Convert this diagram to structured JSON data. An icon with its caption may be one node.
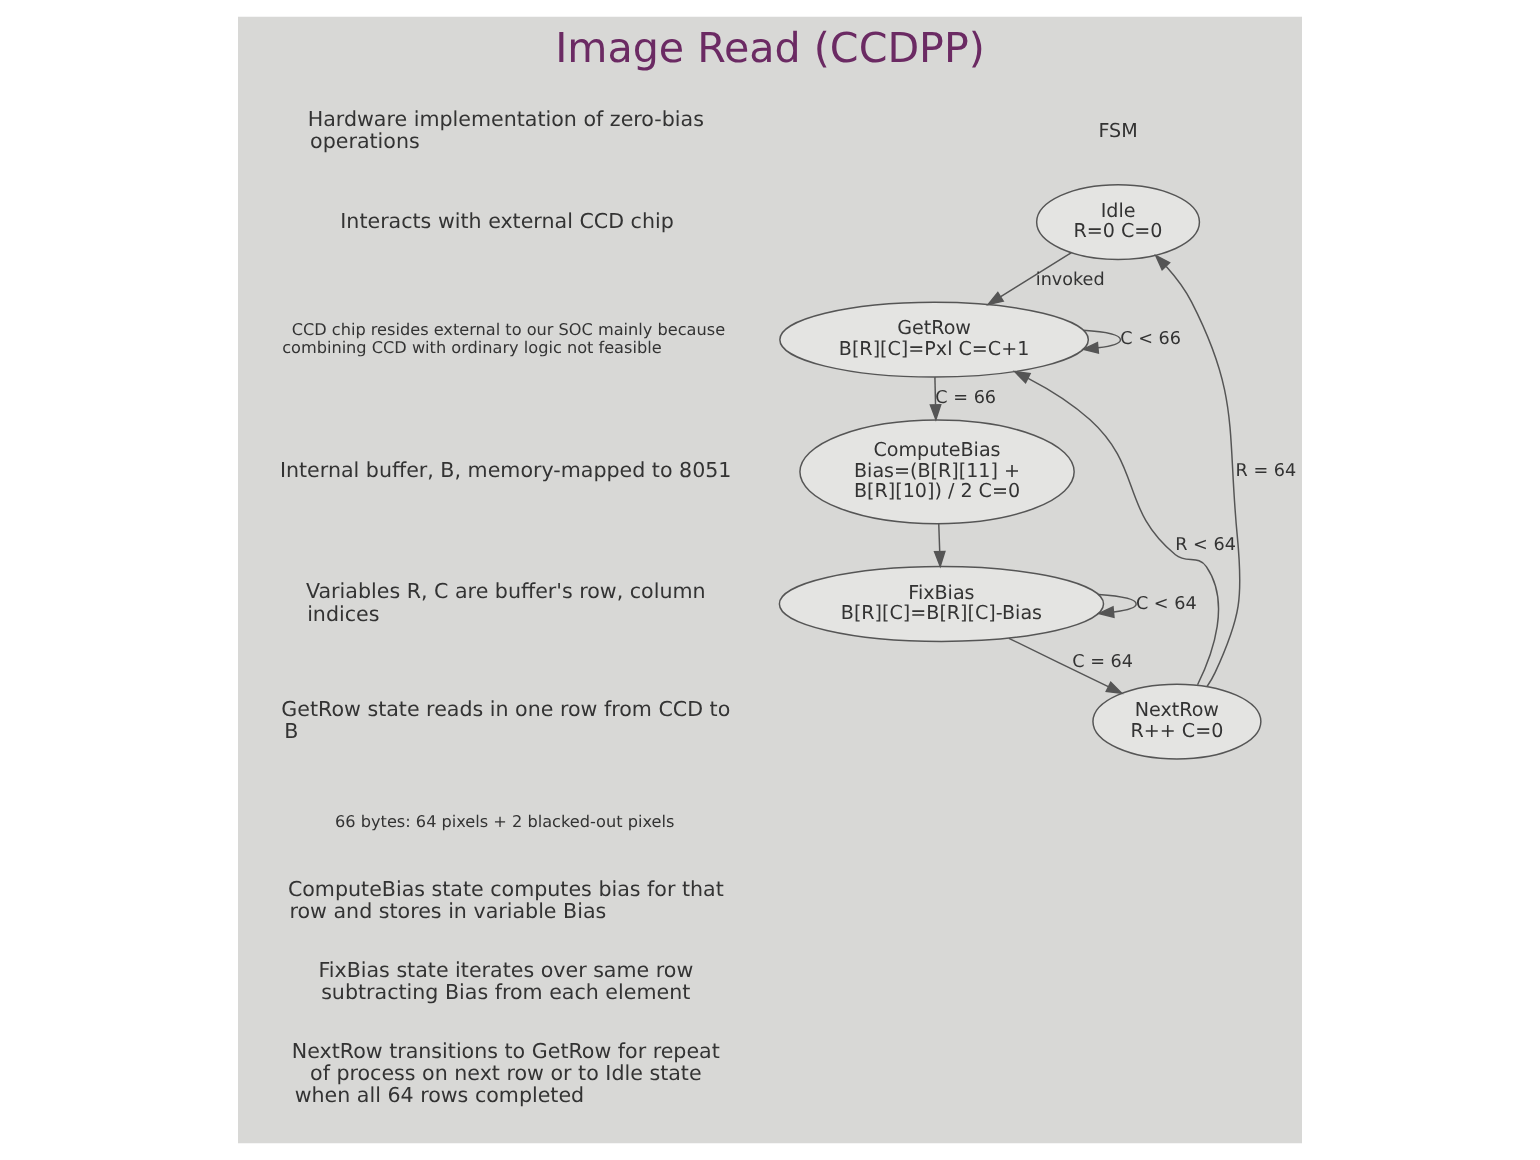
{
  "diagram": {
    "title": "Image Read (CCDPP)",
    "nodes": [
      {
        "text": [
          "Idle",
          "R=0 C=0"
        ]
      },
      {
        "text": [
          "GetRow",
          "B[R][C]=Pxl C=C+1"
        ]
      },
      {
        "text": [
          "ComputeBias",
          "Bias=(B[R][11] + B[R][10]) / 2 C=0"
        ]
      },
      {
        "text": [
          "FixBias",
          "B[R][C]=B[R][C]-Bias"
        ]
      },
      {
        "text": [
          "NextRow",
          "R++ C=0"
        ]
      }
    ],
    "edges": [
      {
        "from": 0,
        "to": 1,
        "arrow": "to",
        "label": "invoked"
      },
      {
        "from": 1,
        "to": 1,
        "arrow": "to",
        "label": "C < 66"
      },
      {
        "from": 1,
        "to": 2,
        "arrow": "to",
        "label": "C = 66"
      },
      {
        "from": 2,
        "to": 3,
        "arrow": "to"
      },
      {
        "from": 3,
        "to": 3,
        "arrow": "to",
        "label": "C < 64"
      },
      {
        "from": 3,
        "to": 4,
        "arrow": "to",
        "label": "C = 64"
      },
      {
        "from": 4,
        "to": 1,
        "arrow": "to",
        "label": "R < 64"
      },
      {
        "from": 4,
        "to": 0,
        "arrow": "to",
        "label": "R = 64"
      }
    ],
    "labels": [
      "Hardware implementation of zero-bias operations",
      "Interacts with external CCD chip",
      "CCD chip resides external to our SOC mainly because combining CCD with ordinary logic not feasible",
      "Internal buffer, B, memory-mapped to 8051",
      "Variables R, C are buffer's row, column indices",
      "GetRow state reads in one row from CCD to B",
      "66 bytes: 64 pixels + 2 blacked-out pixels",
      "ComputeBias state computes bias for that row and stores in variable Bias",
      "FixBias state iterates over same row subtracting Bias from each element",
      "NextRow transitions to GetRow for repeat of process on next row or to Idle state when all 64 rows completed",
      "FSM"
    ]
  }
}
